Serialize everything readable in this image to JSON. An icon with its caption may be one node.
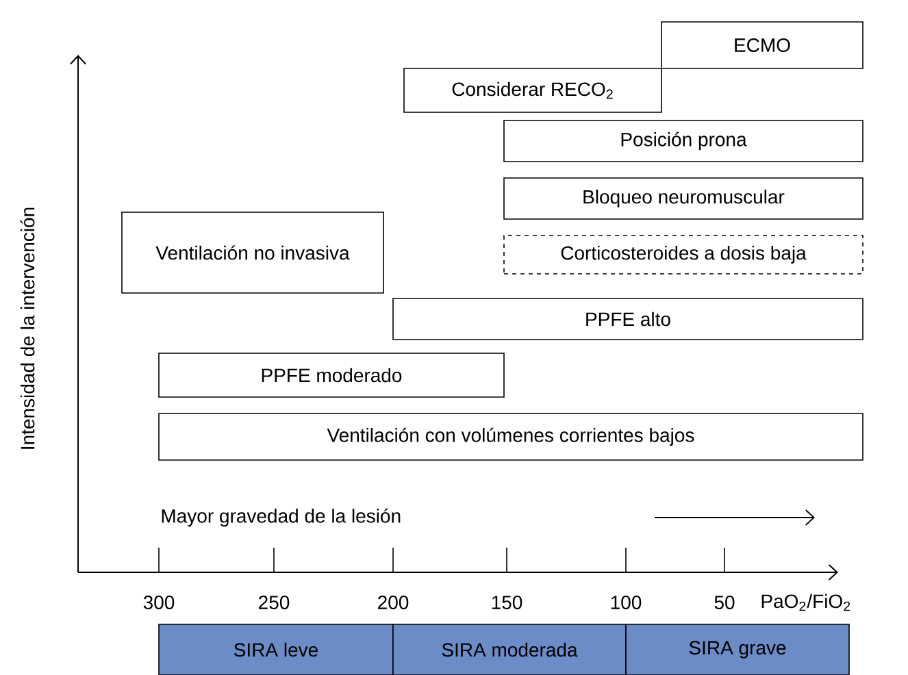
{
  "diagram": {
    "nodes": [
      {
        "text": [
          "ECMO"
        ]
      },
      {
        "text": [
          "Considerar RECO$_{2}$"
        ]
      },
      {
        "text": [
          "Posición prona"
        ]
      },
      {
        "text": [
          "Bloqueo neuromuscular"
        ]
      },
      {
        "text": [
          "Corticosteroides a dosis baja"
        ]
      },
      {
        "text": [
          "Ventilación no invasiva"
        ]
      },
      {
        "text": [
          "PPFE alto"
        ]
      },
      {
        "text": [
          "PPFE moderado"
        ]
      },
      {
        "text": [
          "Ventilación con volúmenes corrientes bajos"
        ]
      },
      {
        "text": [
          "SIRA leve"
        ]
      },
      {
        "text": [
          "SIRA moderada"
        ]
      },
      {
        "text": [
          "SIRA grave"
        ]
      }
    ],
    "edges": [],
    "labels": [
      "Intensidad de la intervención",
      "Mayor gravedad de la lesión",
      "300",
      "250",
      "200",
      "150",
      "100",
      "50",
      "PaO$_{2}$/FiO$_{2}$"
    ]
  }
}
